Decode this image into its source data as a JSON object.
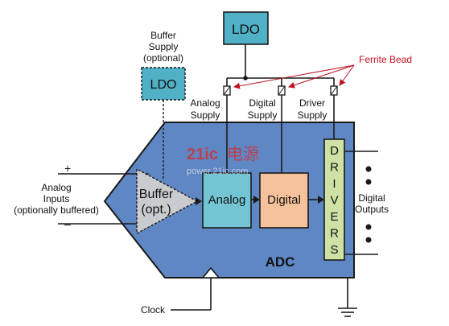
{
  "ldo_top": {
    "label": "LDO"
  },
  "buffer_supply": {
    "title_line1": "Buffer",
    "title_line2": "Supply",
    "title_line3": "(optional)",
    "ldo_label": "LDO"
  },
  "ferrite_bead": {
    "label": "Ferrite Bead"
  },
  "supplies": {
    "analog": {
      "line1": "Analog",
      "line2": "Supply"
    },
    "digital": {
      "line1": "Digital",
      "line2": "Supply"
    },
    "driver": {
      "line1": "Driver",
      "line2": "Supply"
    }
  },
  "inputs": {
    "plus": "+",
    "minus": "–",
    "line1": "Analog",
    "line2": "Inputs",
    "line3": "(optionally buffered)"
  },
  "buffer": {
    "line1": "Buffer",
    "line2": "(opt.)"
  },
  "blocks": {
    "analog": "Analog",
    "digital": "Digital"
  },
  "drivers": {
    "letters": [
      "D",
      "R",
      "I",
      "V",
      "E",
      "R",
      "S"
    ]
  },
  "outputs": {
    "line1": "Digital",
    "line2": "Outputs"
  },
  "adc": {
    "label": "ADC"
  },
  "clock": {
    "label": "Clock"
  },
  "watermark": {
    "brand": "21ic",
    "cn": "电源",
    "url": "power.21ic.com"
  },
  "colors": {
    "adc_body": "#5f87c4",
    "ldo": "#4fb0c6",
    "analog_block": "#74c5d3",
    "digital_block": "#f6c29b",
    "drivers_block": "#cfe1a4",
    "buffer": "#c9cbce",
    "ferrite_text": "#c0111f",
    "watermark": "#d82a2a"
  }
}
